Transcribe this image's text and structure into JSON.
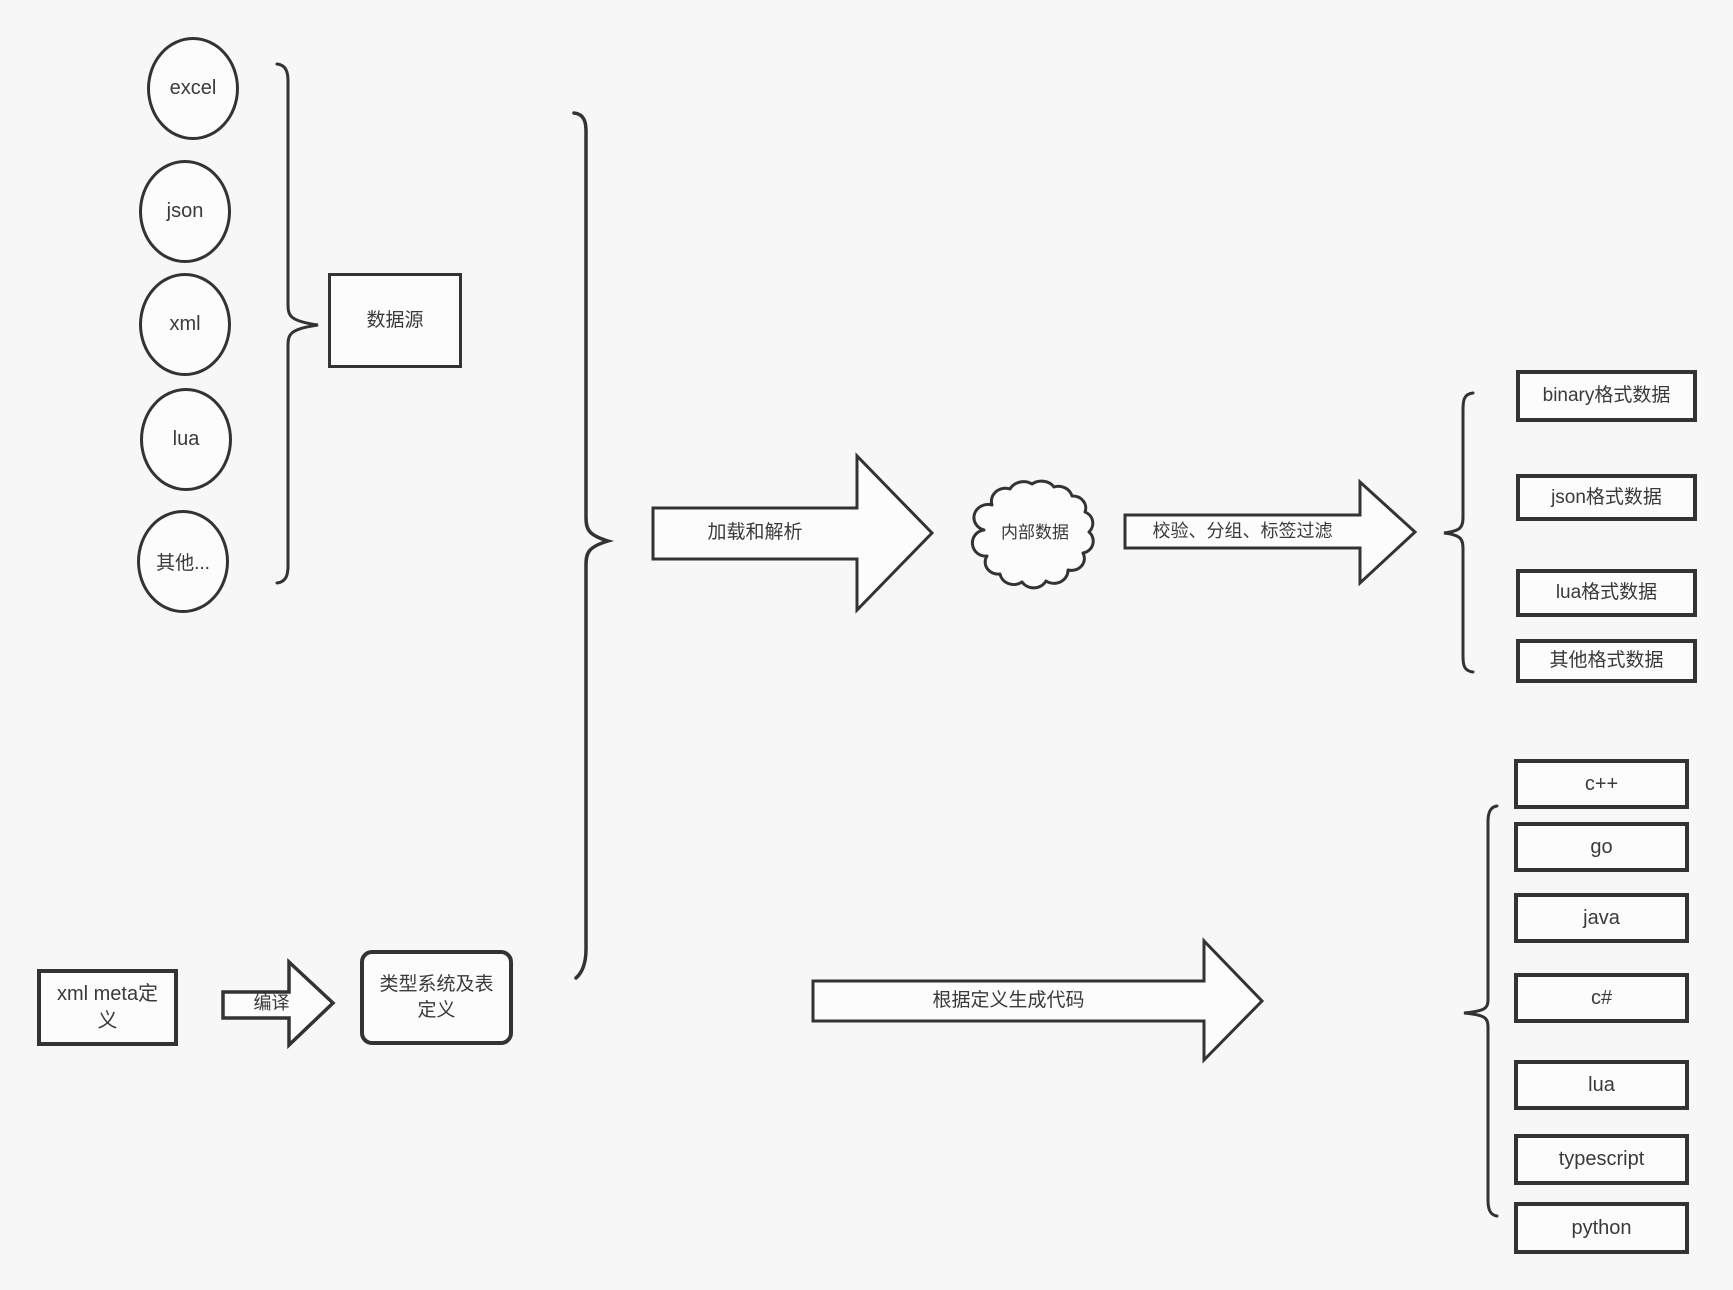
{
  "diagram": {
    "sources": {
      "items": [
        {
          "label": "excel"
        },
        {
          "label": "json"
        },
        {
          "label": "xml"
        },
        {
          "label": "lua"
        },
        {
          "label": "其他..."
        }
      ],
      "group_box_label": "数据源"
    },
    "flow": {
      "load_parse_arrow_label": "加载和解析",
      "internal_data_cloud_label": "内部数据",
      "filter_arrow_label": "校验、分组、标签过滤"
    },
    "data_formats": {
      "items": [
        {
          "label": "binary格式数据"
        },
        {
          "label": "json格式数据"
        },
        {
          "label": "lua格式数据"
        },
        {
          "label": "其他格式数据"
        }
      ]
    },
    "definitions": {
      "xml_meta_box_label": "xml meta定义",
      "compile_arrow_label": "编译",
      "type_system_box_label": "类型系统及表定义",
      "generate_code_arrow_label": "根据定义生成代码"
    },
    "languages": {
      "items": [
        {
          "label": "c++"
        },
        {
          "label": "go"
        },
        {
          "label": "java"
        },
        {
          "label": "c#"
        },
        {
          "label": "lua"
        },
        {
          "label": "typescript"
        },
        {
          "label": "python"
        }
      ]
    },
    "colors": {
      "background": "#f7f7f7",
      "shape_fill": "#fcfcfc",
      "stroke": "#333333",
      "text": "#3a3a3a"
    }
  }
}
